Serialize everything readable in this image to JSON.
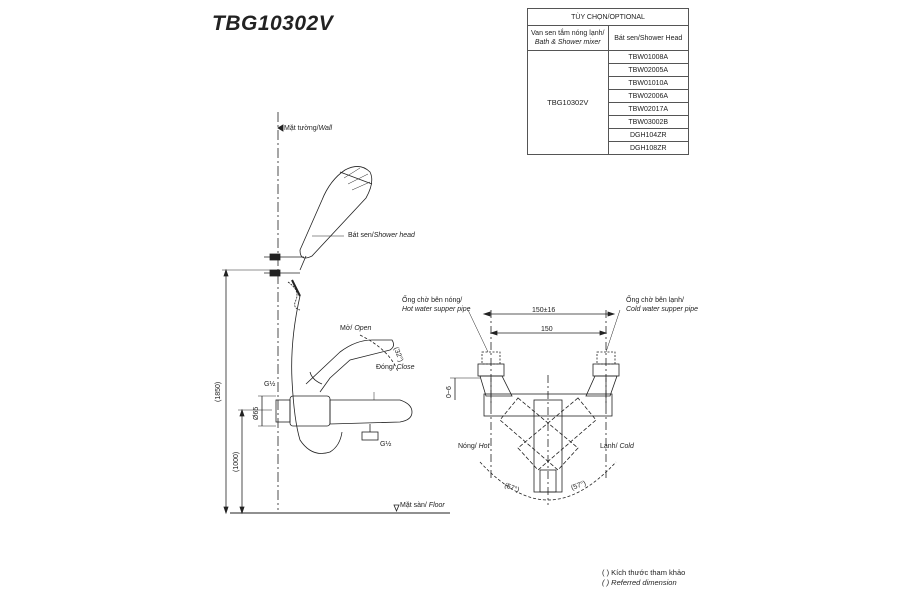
{
  "title": "TBG10302V",
  "optional_table": {
    "header": "TÙY CHỌN/OPTIONAL",
    "col1_header_vi": "Van sen tắm nóng lạnh/",
    "col1_header_en": "Bath & Shower mixer",
    "col2_header": "Bát sen/Shower Head",
    "model": "TBG10302V",
    "shower_heads": [
      "TBW01008A",
      "TBW02005A",
      "TBW01010A",
      "TBW02006A",
      "TBW02017A",
      "TBW03002B",
      "DGH104ZR",
      "DGH108ZR"
    ]
  },
  "side_view": {
    "wall_label_vi": "Mặt tường/",
    "wall_label_en": "Wall",
    "shower_head_label_vi": "Bát sen/",
    "shower_head_label_en": "Shower head",
    "open_label_vi": "Mở/ ",
    "open_label_en": "Open",
    "close_label_vi": "Đóng/ ",
    "close_label_en": "Close",
    "angle": "(32°)",
    "height_total": "(1850)",
    "height_mixer": "(1000)",
    "diameter": "Ø65",
    "thread_top": "G½",
    "thread_bottom": "G½",
    "floor_label_vi": "Mặt sàn/ ",
    "floor_label_en": "Floor"
  },
  "front_view": {
    "hot_pipe_vi": "Ống chờ bên nóng/",
    "hot_pipe_en": "Hot water supper pipe",
    "cold_pipe_vi": "Ống chờ bên lạnh/",
    "cold_pipe_en": "Cold water supper pipe",
    "dim_outer": "150±16",
    "dim_inner": "150",
    "dim_depth": "0~6",
    "hot_label_vi": "Nóng/ ",
    "hot_label_en": "Hot",
    "cold_label_vi": "Lạnh/ ",
    "cold_label_en": "Cold",
    "angle_left": "(57°)",
    "angle_right": "(57°)"
  },
  "note": {
    "vi": "( ) Kích thước tham khảo",
    "en": "( ) Referred dimension"
  }
}
